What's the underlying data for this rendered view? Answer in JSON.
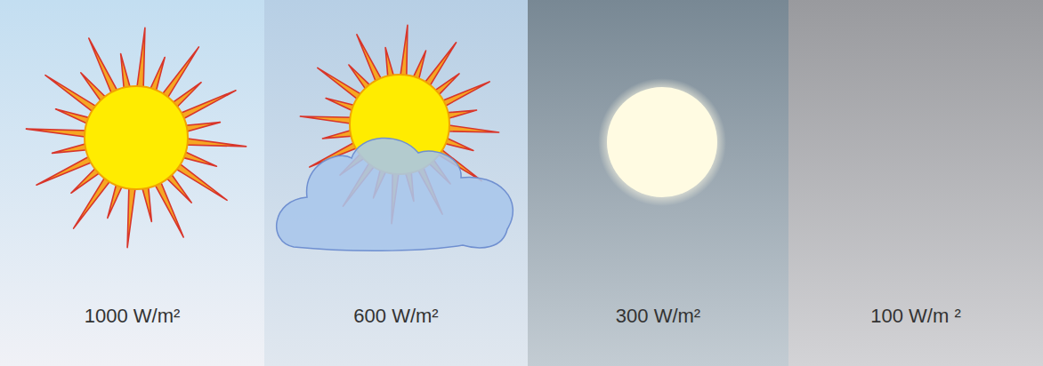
{
  "diagram": {
    "nodes": [
      {
        "text": [
          "1000 W/m²"
        ]
      },
      {
        "text": [
          "600 W/m²"
        ]
      },
      {
        "text": [
          "300 W/m²"
        ]
      },
      {
        "text": [
          "100 W/m ²"
        ]
      }
    ]
  }
}
